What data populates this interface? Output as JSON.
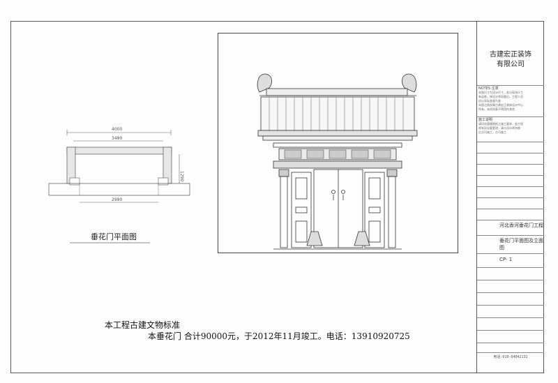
{
  "company": {
    "line1": "古建宏正装饰",
    "line2": "有限公司"
  },
  "notes": {
    "title1": "NOTES 注意",
    "text1": [
      "本图尺寸为设计尺寸，若与现场尺寸",
      "有误差，按设计师同意后，工程人员",
      "应以实际变量为准",
      "本图之版权属古建宏正装饰设计中心",
      "所有，未经同意不得用作其他"
    ],
    "title2": "施工说明",
    "text2": [
      "请切实遵循图纸之施工要求，若工程",
      "师有异议要更改，请与设计师协商",
      "后方可施工，方可施工"
    ]
  },
  "plan": {
    "title": "垂花门平面图",
    "dim_top_outer": "4000",
    "dim_top_inner": "3490",
    "dim_bottom": "2990",
    "dim_side": "1290"
  },
  "titleblock": {
    "project_name": "河北香河垂花门工程",
    "drawing_name_line1": "垂花门平面图及立面",
    "drawing_name_line2": "图",
    "drawing_no": "CP- 1",
    "phone": "电话:010-64042131"
  },
  "footer": {
    "line1": "本工程古建文物标准",
    "line2": "本垂花门  合计90000元，于2012年11月竣工。电话：13910920725"
  }
}
